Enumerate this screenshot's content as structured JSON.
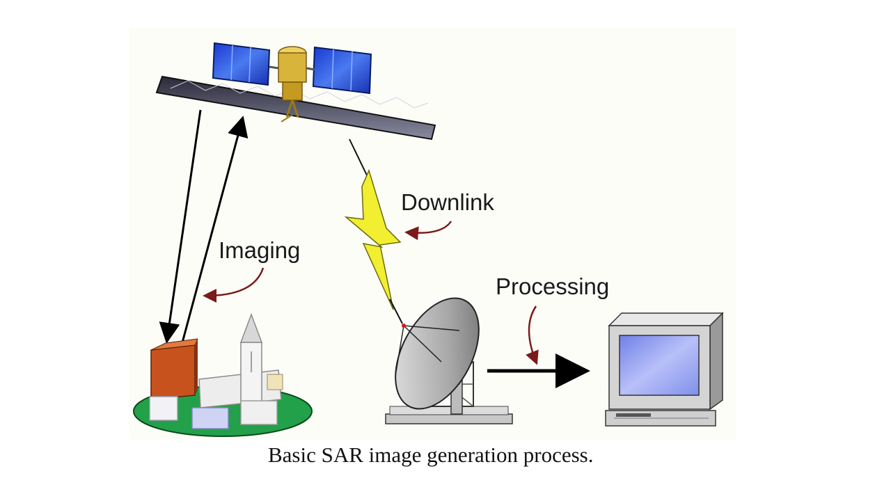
{
  "diagram": {
    "labels": {
      "imaging": "Imaging",
      "downlink": "Downlink",
      "processing": "Processing"
    },
    "caption": "Basic SAR image generation process.",
    "nodes": [
      "satellite-icon",
      "ground-scene-icon",
      "ground-station-dish-icon",
      "computer-icon"
    ],
    "colors": {
      "solar_panel": "#2a4fd0",
      "satellite_body": "#d8b43a",
      "lightning": "#f2ee30",
      "ground": "#22a04a",
      "building": "#c8521e",
      "screen": "#9aa8f0",
      "arrow": "#000000",
      "callout": "#7a1a1a"
    }
  }
}
